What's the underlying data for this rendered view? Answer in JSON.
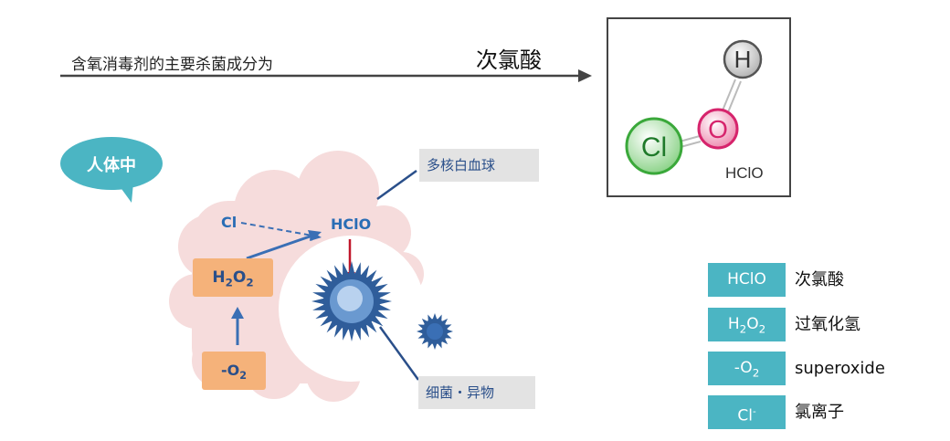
{
  "header": {
    "sentence": "含氧消毒剂的主要杀菌成分为",
    "answer": "次氯酸"
  },
  "molecule": {
    "atom_h": "H",
    "atom_o": "O",
    "atom_cl": "Cl",
    "caption": "HClO"
  },
  "bubble": {
    "label": "人体中"
  },
  "diagram": {
    "cl_label": "Cl",
    "hclo_label": "HClO",
    "h2o2": {
      "base1": "H",
      "sub1": "2",
      "base2": "O",
      "sub2": "2"
    },
    "o2": {
      "base": "-O",
      "sub": "2"
    },
    "tag_wbc": "多核白血球",
    "tag_bacteria": "细菌・异物"
  },
  "legend": [
    {
      "symbol": {
        "base": "HClO"
      },
      "label": "次氯酸"
    },
    {
      "symbol": {
        "base": "H",
        "sub1": "2",
        "mid": "O",
        "sub2": "2"
      },
      "label": "过氧化氢"
    },
    {
      "symbol": {
        "base": "-O",
        "sub1": "2"
      },
      "label": "superoxide"
    },
    {
      "symbol": {
        "base": "Cl",
        "sup": "-"
      },
      "label": "氯离子"
    }
  ],
  "colors": {
    "teal": "#4bb5c3",
    "arrow_blue": "#3a6fb5",
    "orange": "#f5b27a",
    "cloud_pink": "#f6dcdc",
    "red_arrow": "#c0172b"
  }
}
